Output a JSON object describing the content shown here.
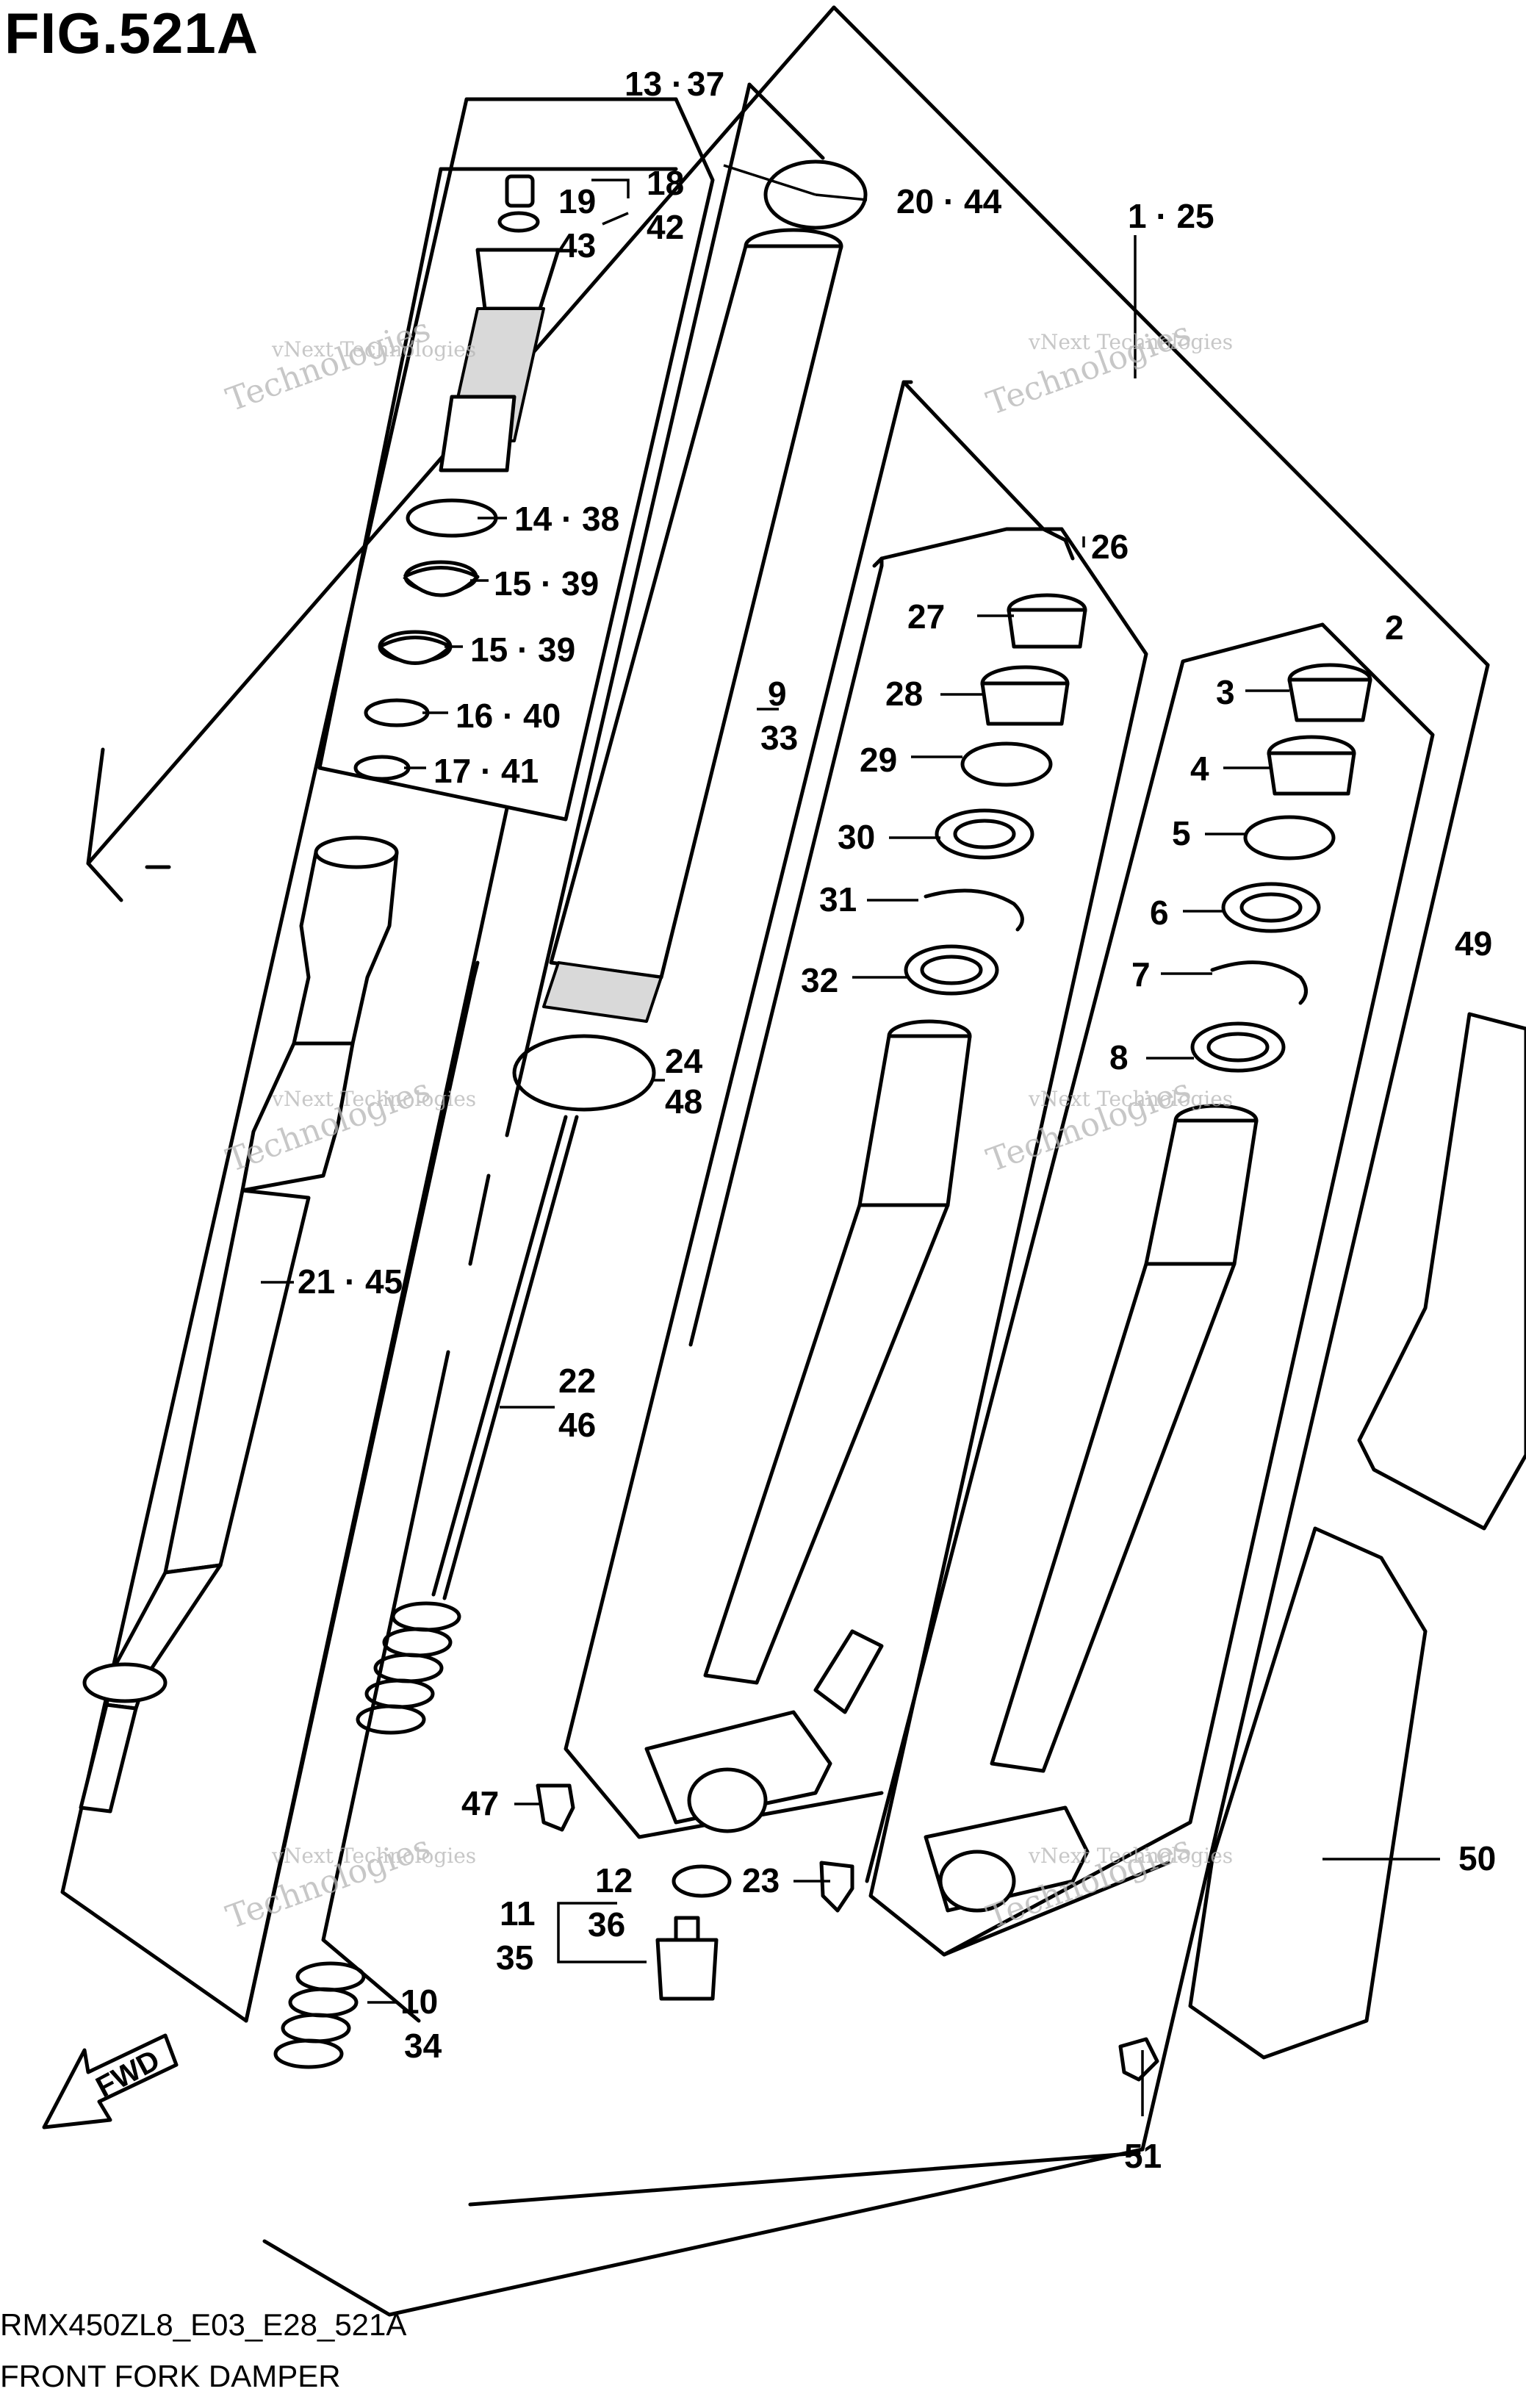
{
  "figure": {
    "title": "FIG.521A",
    "code": "RMX450ZL8_E03_E28_521A",
    "caption": "FRONT FORK DAMPER"
  },
  "watermark": {
    "line1": "vNext Technologies",
    "line2": "vNext",
    "line3": "Technologies"
  },
  "callouts": {
    "c13": "13",
    "c37": "37",
    "dot": "·",
    "c18": "18",
    "c42": "42",
    "c19": "19",
    "c43": "43",
    "c14_38": "14 · 38",
    "c15_39a": "15 · 39",
    "c15_39b": "15 · 39",
    "c16_40": "16 · 40",
    "c17_41": "17 · 41",
    "c20_44": "20 · 44",
    "c1_25": "1 · 25",
    "c9": "9",
    "c33": "33",
    "c26": "26",
    "c2": "2",
    "c27": "27",
    "c28": "28",
    "c29": "29",
    "c30": "30",
    "c31": "31",
    "c32": "32",
    "c3": "3",
    "c4": "4",
    "c5": "5",
    "c6": "6",
    "c7": "7",
    "c8": "8",
    "c49": "49",
    "c24": "24",
    "c48": "48",
    "c21_45": "21 · 45",
    "c22": "22",
    "c46": "46",
    "c47": "47",
    "c12": "12",
    "c36": "36",
    "c11": "11",
    "c35": "35",
    "c23": "23",
    "c10": "10",
    "c34": "34",
    "c50": "50",
    "c51": "51"
  },
  "fwd": {
    "label": "FWD",
    "icon": "fwd-arrow-icon"
  }
}
